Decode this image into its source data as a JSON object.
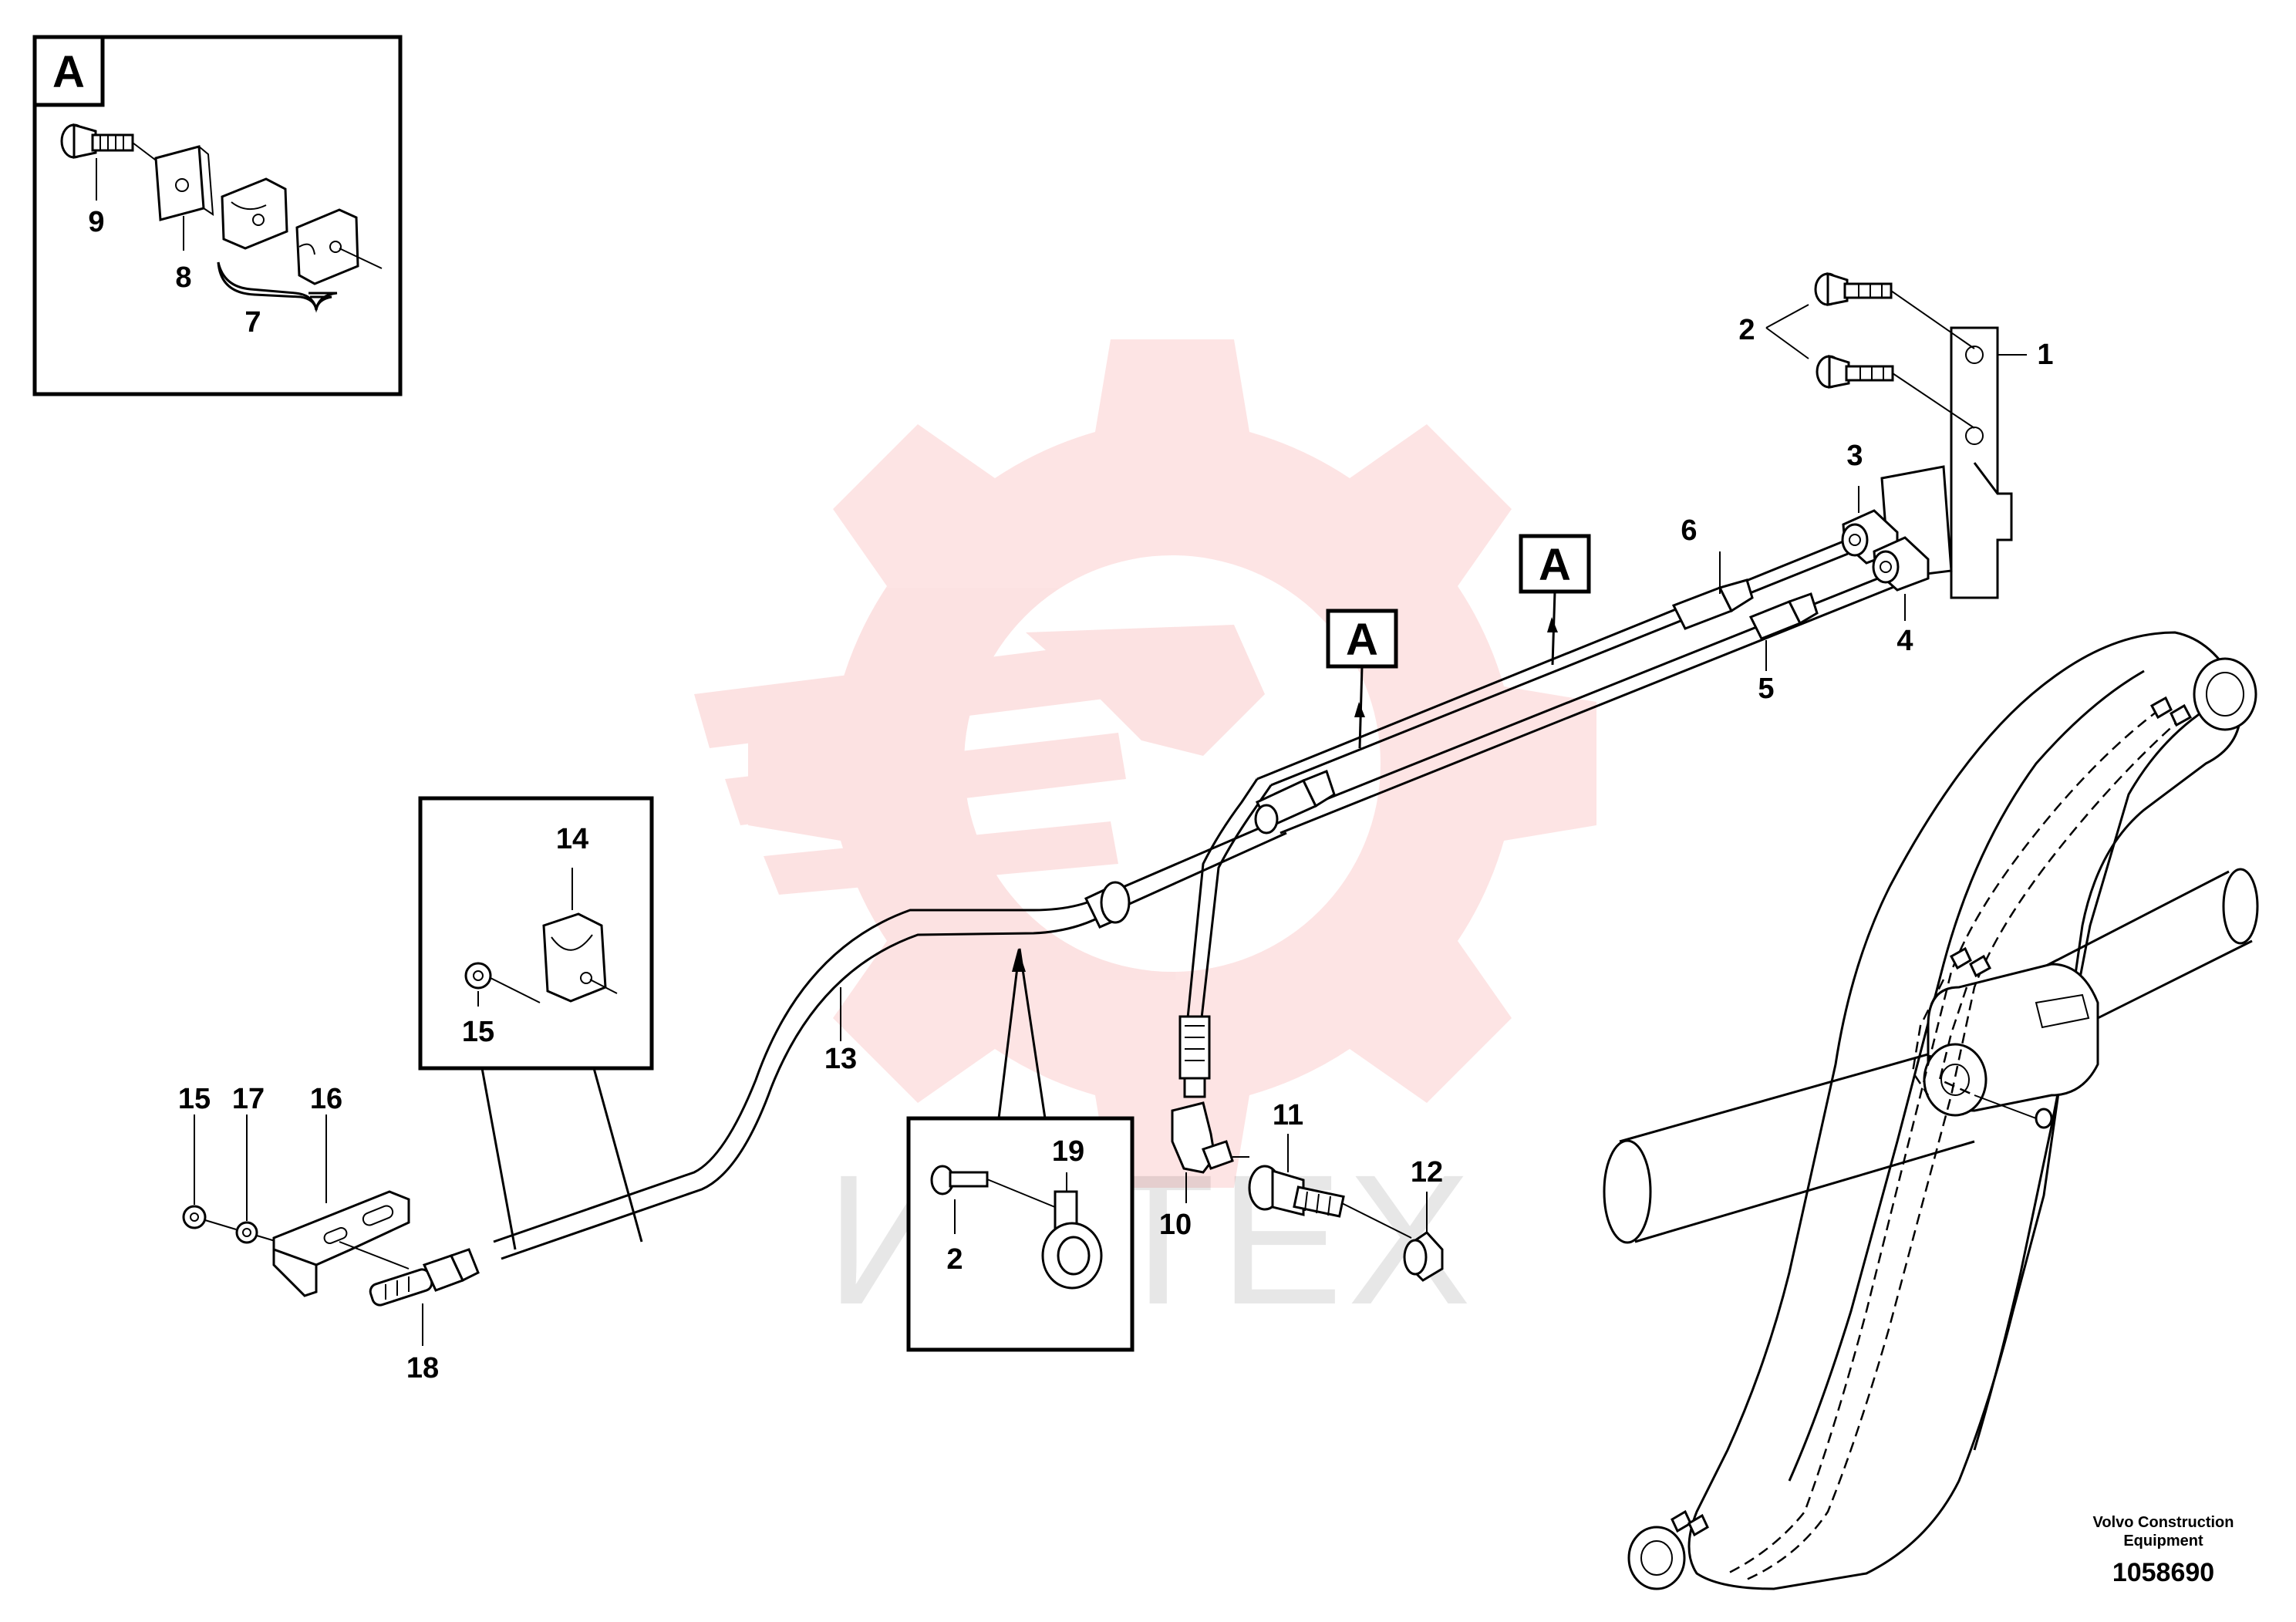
{
  "inset_a": {
    "letter": "A",
    "labels": {
      "n9": "9",
      "n8": "8",
      "n7": "7"
    }
  },
  "inset_14": {
    "labels": {
      "n14": "14",
      "n15": "15"
    }
  },
  "inset_19": {
    "labels": {
      "n19": "19",
      "n2": "2"
    }
  },
  "callouts": {
    "a_upper": "A",
    "a_lower": "A",
    "n1": "1",
    "n2": "2",
    "n3": "3",
    "n4": "4",
    "n5": "5",
    "n6": "6",
    "n10": "10",
    "n11": "11",
    "n12": "12",
    "n13": "13",
    "n15": "15",
    "n16": "16",
    "n17": "17",
    "n18": "18"
  },
  "watermark": {
    "text": "ИНТЕХ",
    "color": "#ee2b2b"
  },
  "credit": {
    "line1": "Volvo Construction",
    "line2": "Equipment",
    "number": "1058690"
  }
}
